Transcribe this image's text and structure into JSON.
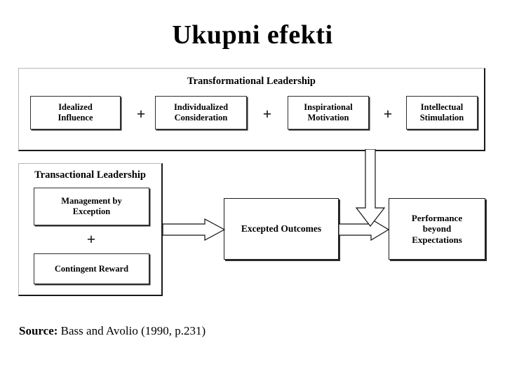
{
  "slide": {
    "title": "Ukupni efekti",
    "background_color": "#ffffff",
    "text_color": "#000000"
  },
  "transformational": {
    "title": "Transformational Leadership",
    "operators": [
      "+",
      "+",
      "+"
    ],
    "components": [
      {
        "line1": "Idealized",
        "line2": "Influence"
      },
      {
        "line1": "Individualized",
        "line2": "Consideration"
      },
      {
        "line1": "Inspirational",
        "line2": "Motivation"
      },
      {
        "line1": "Intellectual",
        "line2": "Stimulation"
      }
    ]
  },
  "transactional": {
    "title": "Transactional Leadership",
    "operator": "+",
    "components": [
      {
        "line1": "Management by",
        "line2": "Exception"
      },
      {
        "line1": "Contingent Reward",
        "line2": ""
      }
    ]
  },
  "outcomes": {
    "label": "Excepted Outcomes"
  },
  "performance": {
    "line1": "Performance",
    "line2": "beyond",
    "line3": "Expectations"
  },
  "arrows": {
    "transactional_to_outcomes": "block-arrow-right-icon",
    "outcomes_to_performance": "block-arrow-right-icon",
    "transformational_to_performance": "block-arrow-down-icon"
  },
  "source": {
    "label": "Source:",
    "text": "Bass and Avolio (1990, p.231)"
  }
}
